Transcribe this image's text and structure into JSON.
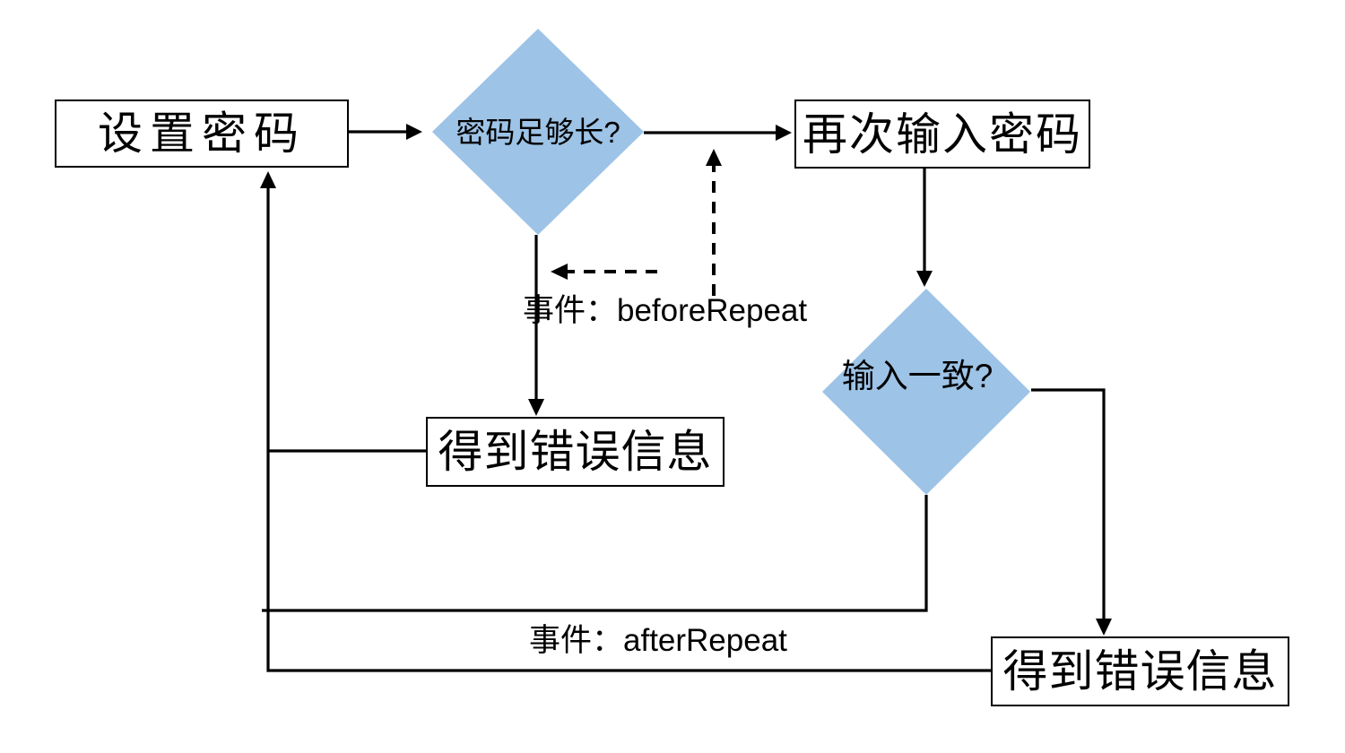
{
  "canvas": {
    "background": "#ffffff",
    "line_color": "#000000",
    "diamond_fill": "#9dc3e6"
  },
  "nodes": {
    "set_password": {
      "type": "process",
      "label": "设置密码"
    },
    "password_long_enough": {
      "type": "decision",
      "label": "密码足够长?"
    },
    "reenter_password": {
      "type": "process",
      "label": "再次输入密码"
    },
    "input_match": {
      "type": "decision",
      "label": "输入一致?"
    },
    "error_message_middle": {
      "type": "process",
      "label": "得到错误信息"
    },
    "error_message_bottom": {
      "type": "process",
      "label": "得到错误信息"
    }
  },
  "event_labels": {
    "before_repeat": "事件：beforeRepeat",
    "after_repeat": "事件：afterRepeat"
  }
}
